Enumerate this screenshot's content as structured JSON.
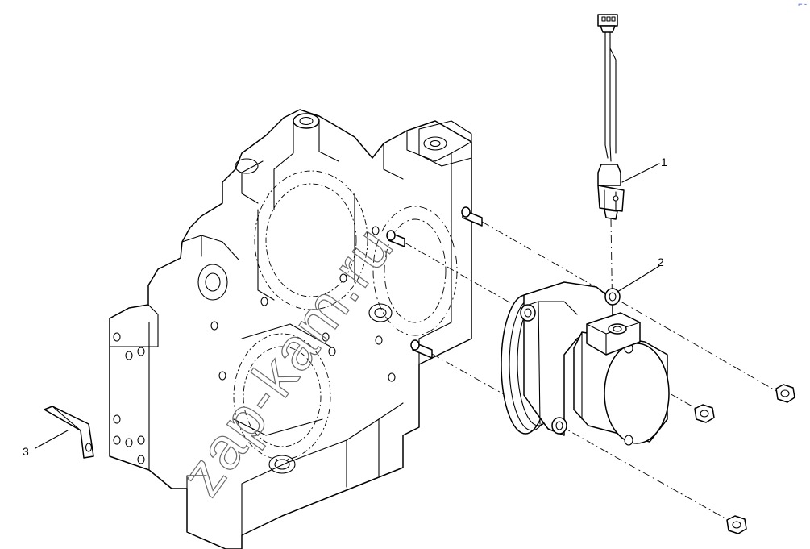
{
  "diagram": {
    "callouts": [
      {
        "id": "1",
        "label": "1"
      },
      {
        "id": "2",
        "label": "2"
      },
      {
        "id": "3",
        "label": "3"
      }
    ],
    "watermark": "zap-kam.ru",
    "top_mark": "⌐ ‐"
  },
  "colors": {
    "line": "#000000",
    "background": "#ffffff",
    "watermark": "#6a6a6a",
    "top_mark": "#2b4fd8"
  }
}
